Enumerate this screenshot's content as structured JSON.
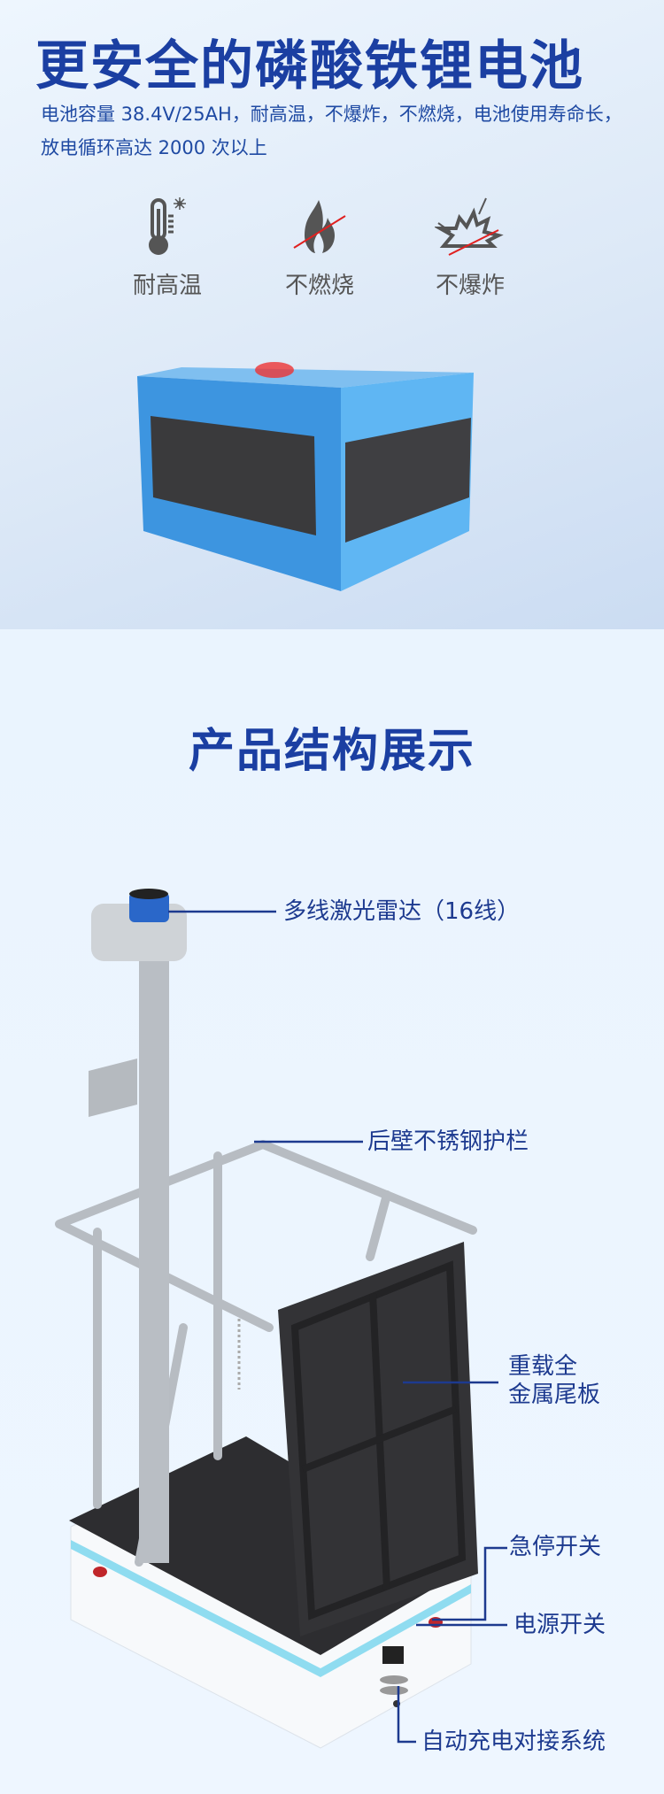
{
  "battery_section": {
    "title": "更安全的磷酸铁锂电池",
    "description": "电池容量 38.4V/25AH，耐高温，不爆炸，不燃烧，电池使用寿命长，放电循环高达 2000 次以上",
    "features": [
      {
        "icon": "thermometer-icon",
        "label": "耐高温"
      },
      {
        "icon": "no-fire-icon",
        "label": "不燃烧"
      },
      {
        "icon": "no-explosion-icon",
        "label": "不爆炸"
      }
    ]
  },
  "structure_section": {
    "title": "产品结构展示",
    "callouts": {
      "lidar": "多线激光雷达（16线）",
      "guardrail": "后壁不锈钢护栏",
      "tailboard_line1": "重载全",
      "tailboard_line2": "金属尾板",
      "emergency_stop": "急停开关",
      "power_switch": "电源开关",
      "auto_charging": "自动充电对接系统"
    }
  },
  "colors": {
    "brand_blue": "#1b3fa2",
    "callout_line": "#1d3a8f",
    "battery_blue": "#3d97e0"
  }
}
